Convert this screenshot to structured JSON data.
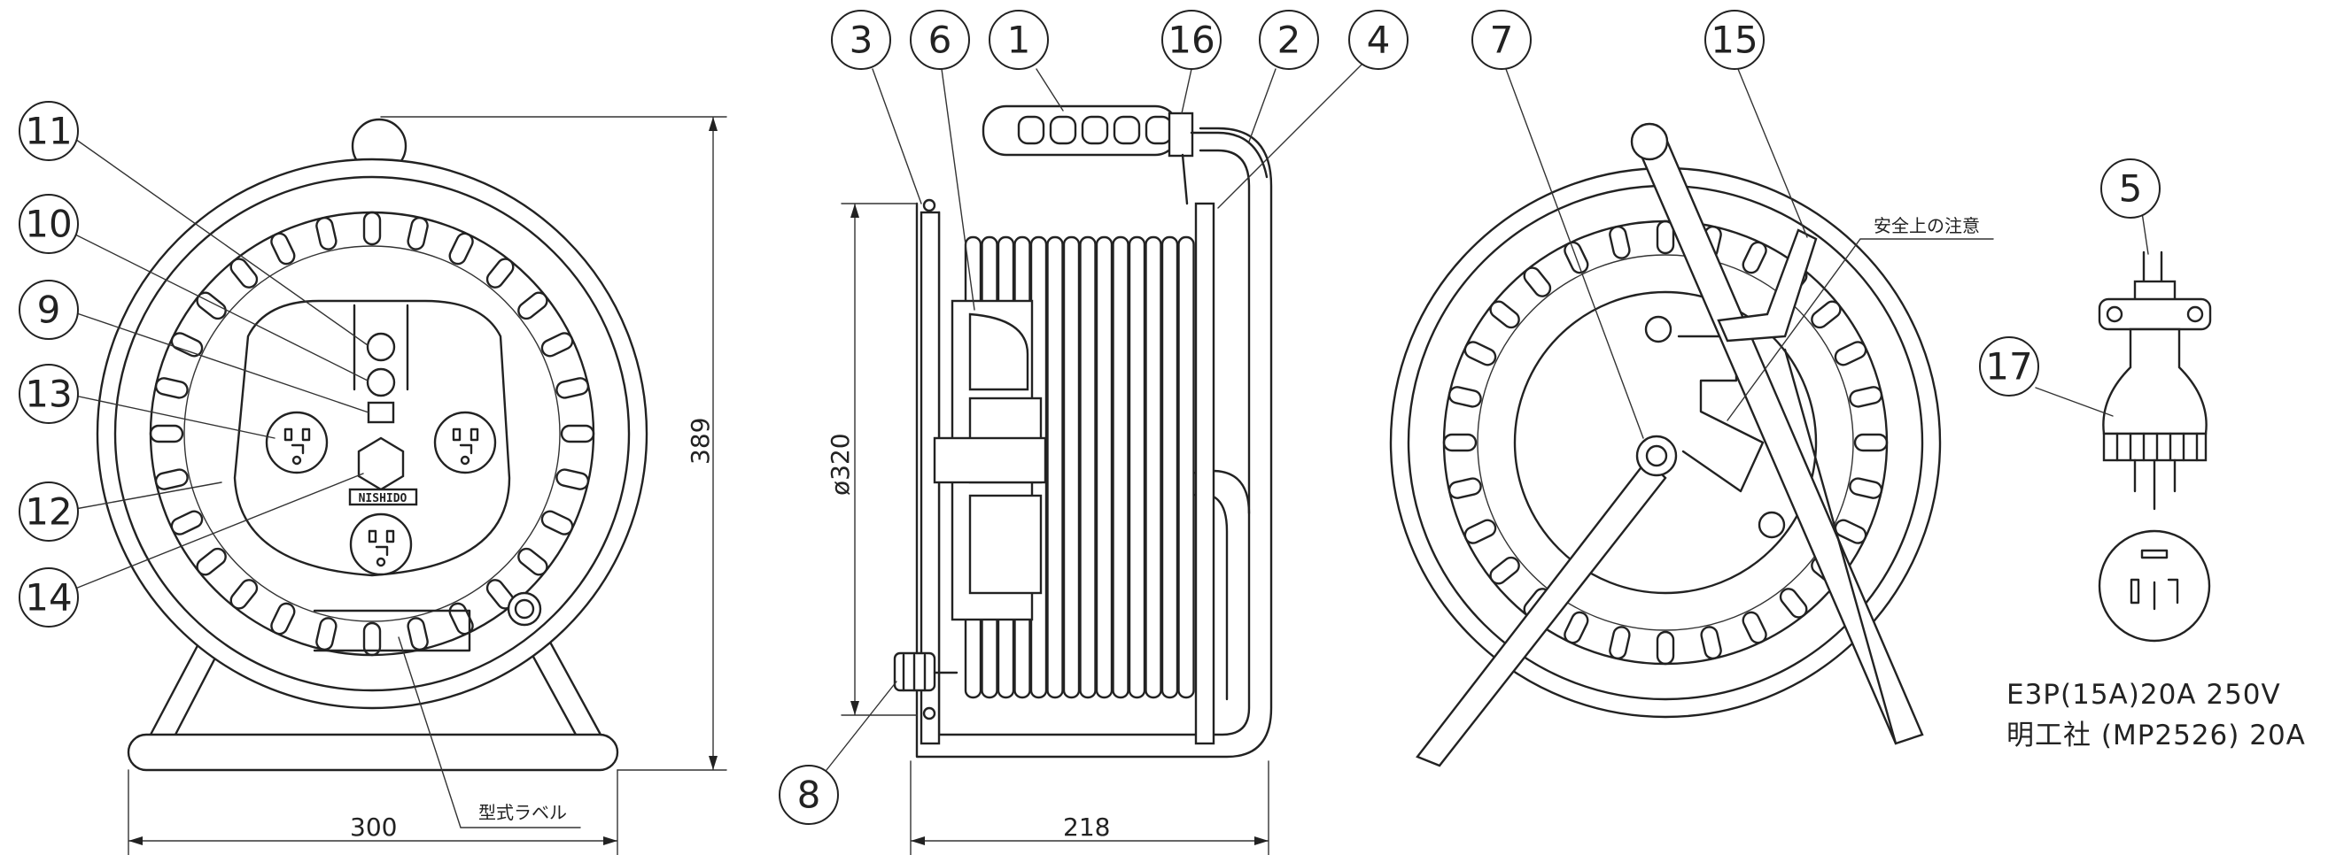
{
  "callouts": {
    "c1": "1",
    "c2": "2",
    "c3": "3",
    "c4": "4",
    "c5": "5",
    "c6": "6",
    "c7": "7",
    "c8": "8",
    "c9": "9",
    "c10": "10",
    "c11": "11",
    "c12": "12",
    "c13": "13",
    "c14": "14",
    "c15": "15",
    "c16": "16",
    "c17": "17"
  },
  "dimensions": {
    "width_front": "300",
    "height_front": "389",
    "diameter": "ø320",
    "depth_side": "218"
  },
  "labels": {
    "model_label": "型式ラベル",
    "safety_note": "安全上の注意",
    "brand_plate": "NISHIDO"
  },
  "plug_spec": {
    "line1": "E3P(15A)20A 250V",
    "line2": "明工社 (MP2526) 20A"
  }
}
